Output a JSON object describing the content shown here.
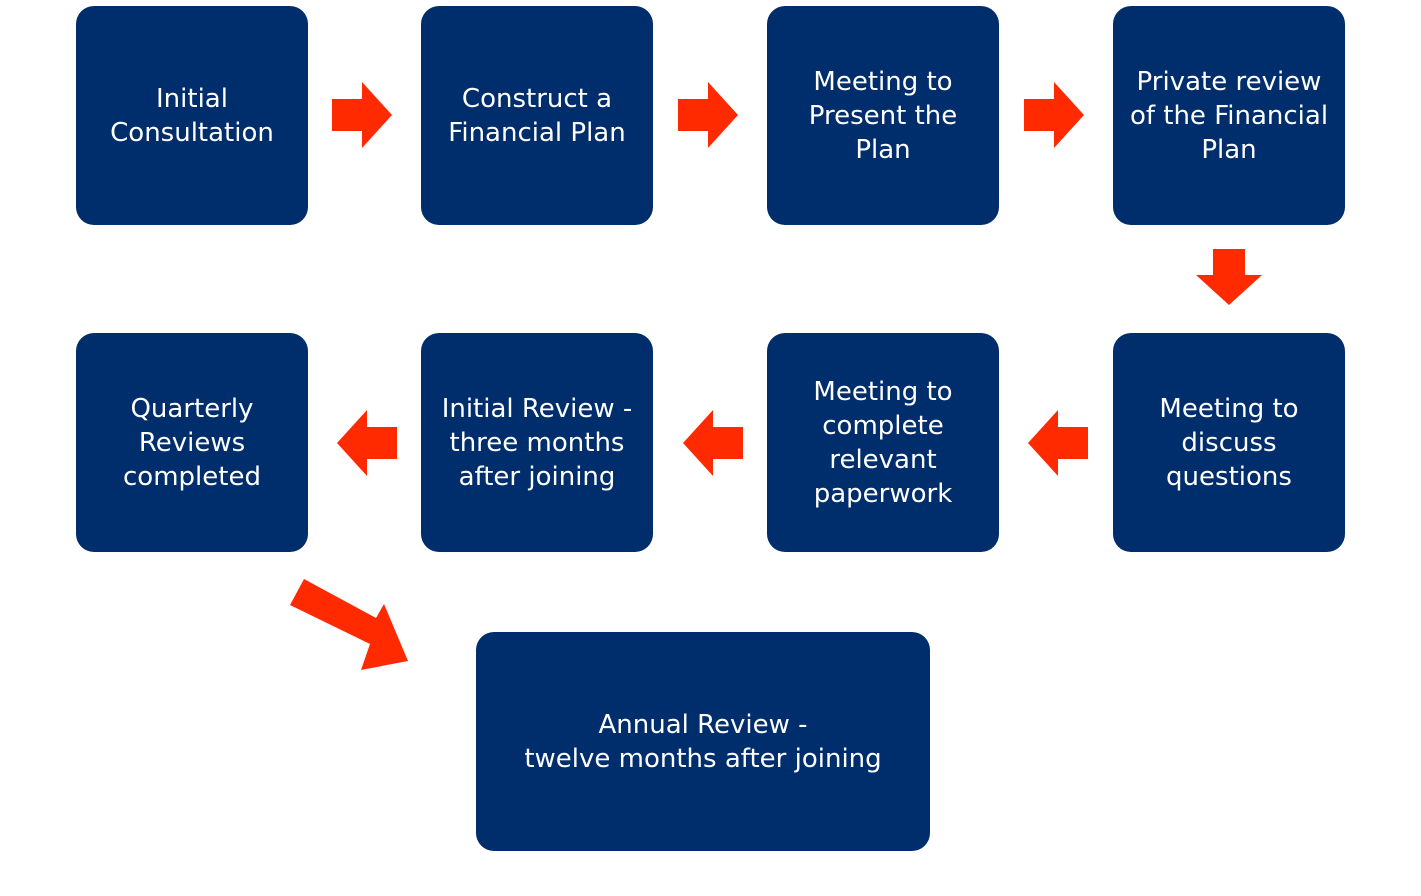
{
  "colors": {
    "box_fill": "#002e6c",
    "box_text": "#ffffff",
    "arrow": "#ff2a00",
    "background": "#ffffff"
  },
  "steps": [
    {
      "label": "Initial\nConsultation"
    },
    {
      "label": "Construct a\nFinancial Plan"
    },
    {
      "label": "Meeting to\nPresent the\nPlan"
    },
    {
      "label": "Private review\nof the Financial\nPlan"
    },
    {
      "label": "Meeting to\ndiscuss\nquestions"
    },
    {
      "label": "Meeting to\ncomplete\nrelevant\npaperwork"
    },
    {
      "label": "Initial Review -\nthree months\nafter joining"
    },
    {
      "label": "Quarterly\nReviews\ncompleted"
    },
    {
      "label": "Annual Review -\ntwelve months after joining"
    }
  ],
  "arrows": [
    {
      "from": "Initial Consultation",
      "to": "Construct a Financial Plan",
      "direction": "right"
    },
    {
      "from": "Construct a Financial Plan",
      "to": "Meeting to Present the Plan",
      "direction": "right"
    },
    {
      "from": "Meeting to Present the Plan",
      "to": "Private review of the Financial Plan",
      "direction": "right"
    },
    {
      "from": "Private review of the Financial Plan",
      "to": "Meeting to discuss questions",
      "direction": "down"
    },
    {
      "from": "Meeting to discuss questions",
      "to": "Meeting to complete relevant paperwork",
      "direction": "left"
    },
    {
      "from": "Meeting to complete relevant paperwork",
      "to": "Initial Review - three months after joining",
      "direction": "left"
    },
    {
      "from": "Initial Review - three months after joining",
      "to": "Quarterly Reviews completed",
      "direction": "left"
    },
    {
      "from": "Quarterly Reviews completed",
      "to": "Annual Review - twelve months after joining",
      "direction": "down-right"
    }
  ]
}
